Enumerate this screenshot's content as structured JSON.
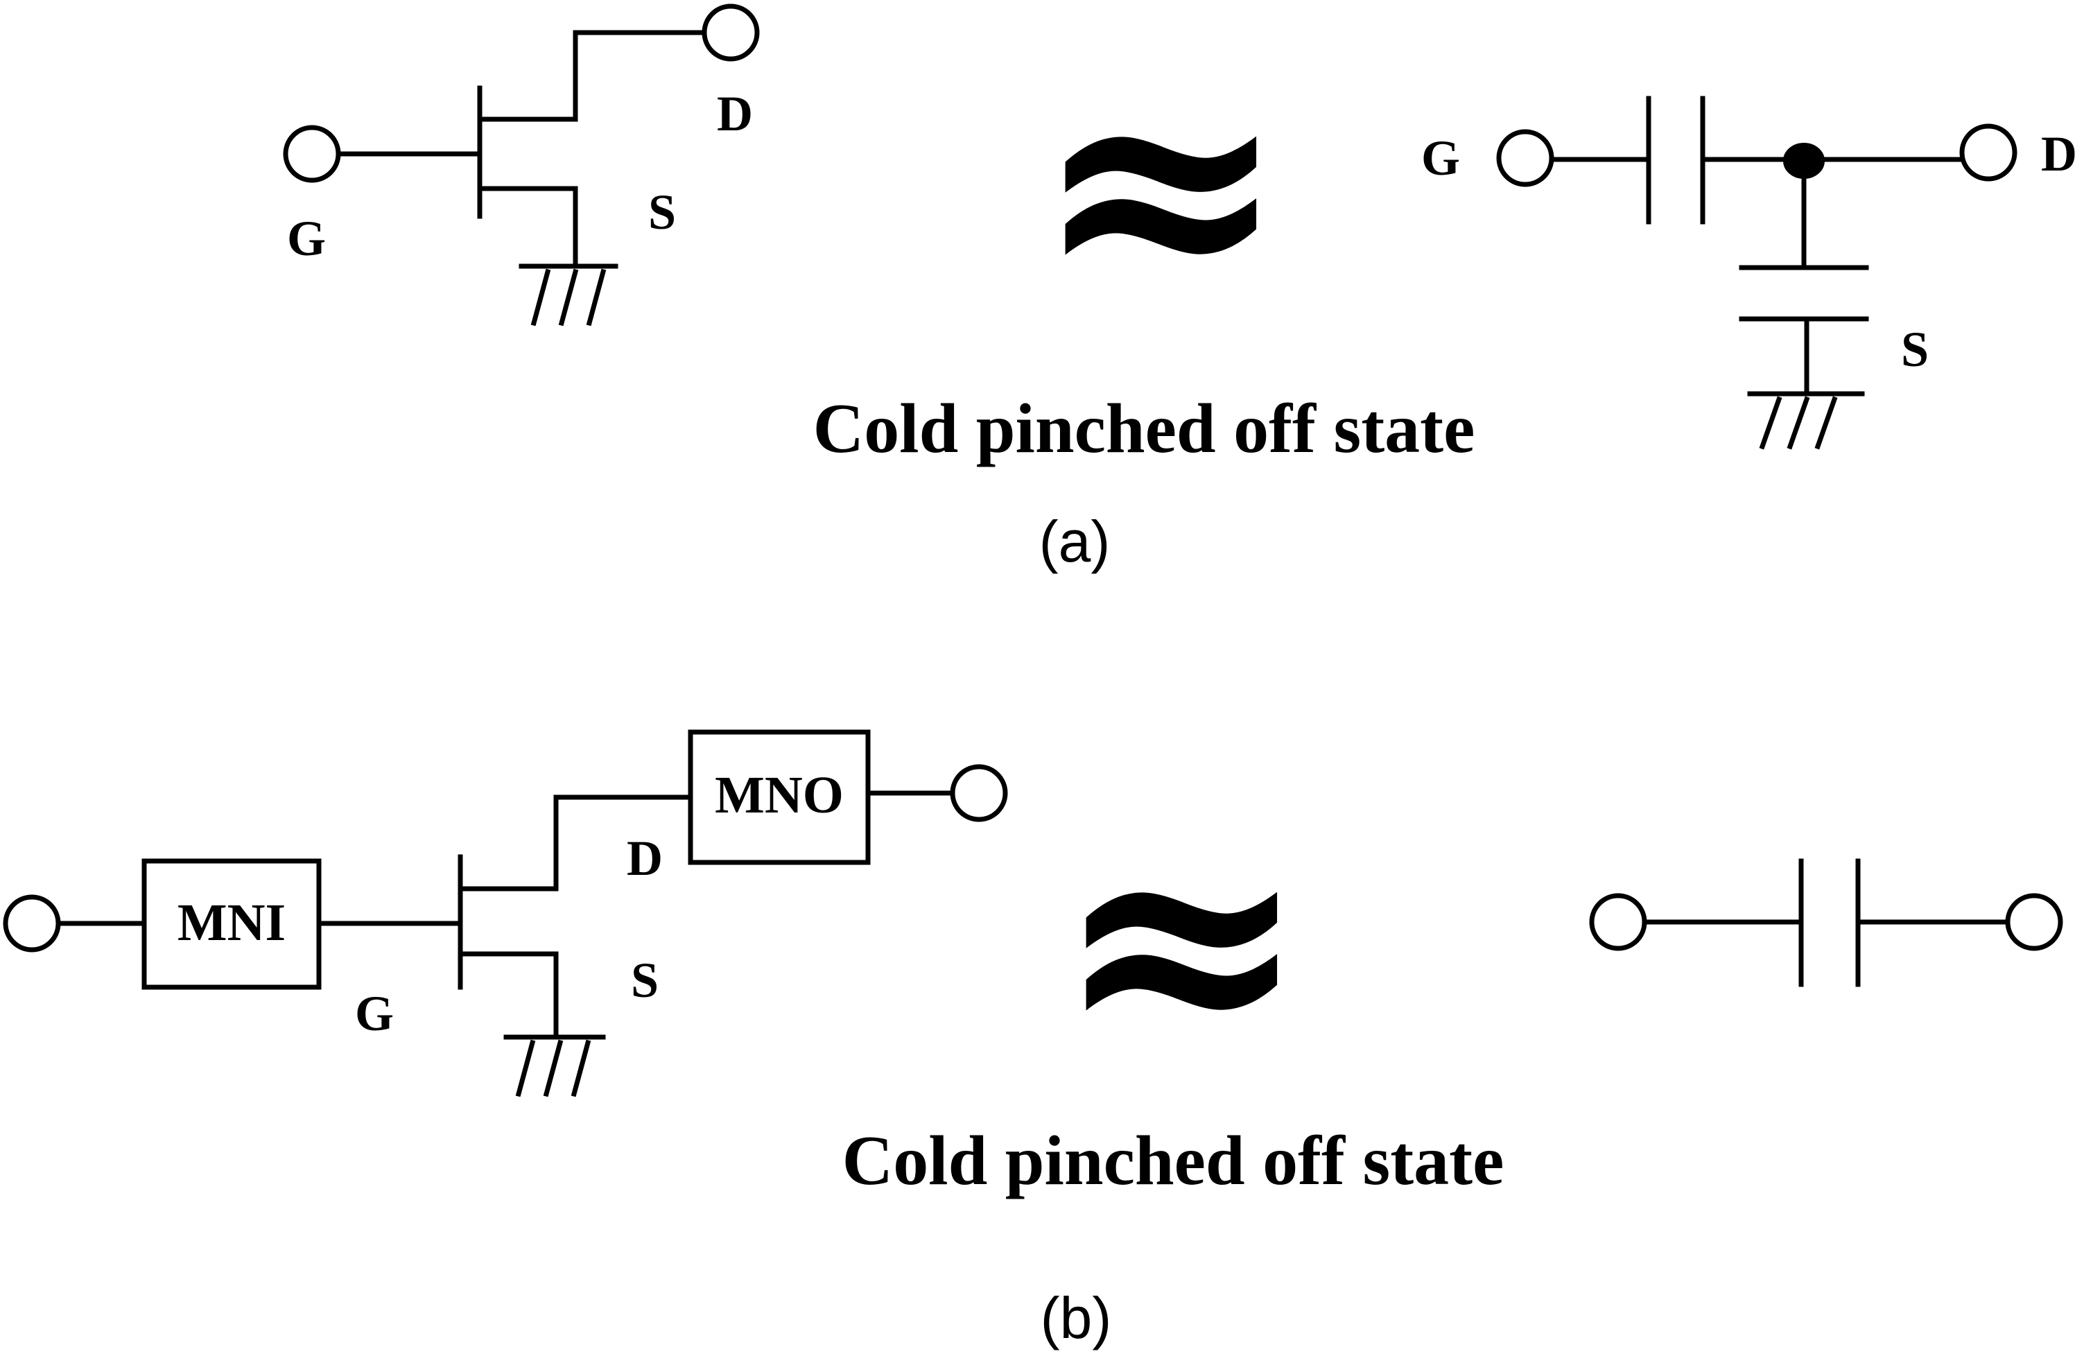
{
  "panel_a": {
    "left": {
      "gate": "G",
      "drain": "D",
      "source": "S"
    },
    "approx": "≈",
    "right": {
      "gate": "G",
      "drain": "D",
      "source": "S"
    },
    "state": "Cold pinched off state",
    "caption": "(a)"
  },
  "panel_b": {
    "left": {
      "input_network": "MNI",
      "output_network": "MNO",
      "gate": "G",
      "drain": "D",
      "source": "S"
    },
    "approx": "≈",
    "state": "Cold pinched off state",
    "caption": "(b)"
  }
}
